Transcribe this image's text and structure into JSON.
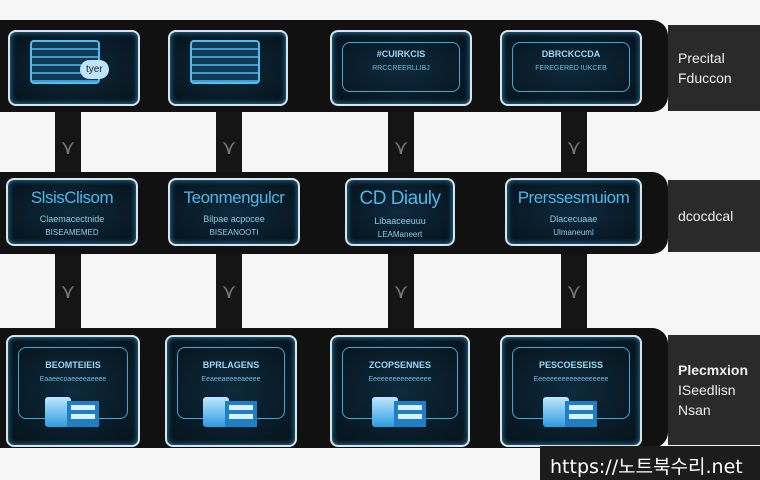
{
  "rows": [
    {
      "boxes": [
        {
          "icon": "server-rack-icon",
          "title": "",
          "lines": [
            "tyer"
          ]
        },
        {
          "icon": "server-rack-icon",
          "title": "",
          "lines": []
        },
        {
          "icon": "panel-icon",
          "title": "#CUIRKCIS",
          "lines": [
            "RRCCREERLLIBJ"
          ]
        },
        {
          "icon": "panel-icon",
          "title": "DBRCKCCDA",
          "lines": [
            "FEREGERED IUKCEB"
          ]
        }
      ],
      "side": [
        "Precital",
        "Fduccon"
      ]
    },
    {
      "boxes": [
        {
          "title": "SlsisClisom",
          "lines": [
            "Claemacectnide",
            "BISEAMEMED"
          ]
        },
        {
          "title": "Teonmengulcr",
          "lines": [
            "Bilpae acpocee",
            "BISEANOOTI"
          ]
        },
        {
          "title": "CD Diauly",
          "lines": [
            "Libaaceeuuu",
            "LEAManeert"
          ]
        },
        {
          "title": "Prerssesmuiom",
          "lines": [
            "Dlacecuaae",
            "Ulmaneuml"
          ]
        }
      ],
      "side": [
        "dcocdcal"
      ]
    },
    {
      "boxes": [
        {
          "icon": "document-icon",
          "title": "BEOMTEIEIS",
          "lines": [
            "Eaaeecoaeeeeaeeee"
          ]
        },
        {
          "icon": "document-icon",
          "title": "BPRLAGENS",
          "lines": [
            "Eeaeeaeeeeaeeee"
          ]
        },
        {
          "icon": "document-icon",
          "title": "ZCOPSENNES",
          "lines": [
            "Eeeeeeeeeeeeeeee"
          ]
        },
        {
          "icon": "document-icon",
          "title": "PESCOESEISS",
          "lines": [
            "Eeeeeeeeeeeeeeeeeee"
          ]
        }
      ],
      "side": [
        "Plecmxion",
        "ISeedlisn",
        "Nsan"
      ]
    }
  ],
  "watermark": "https://노트북수리.net",
  "colors": {
    "accent": "#4db7e8",
    "band": "#111111",
    "side": "#2a2a2a"
  }
}
